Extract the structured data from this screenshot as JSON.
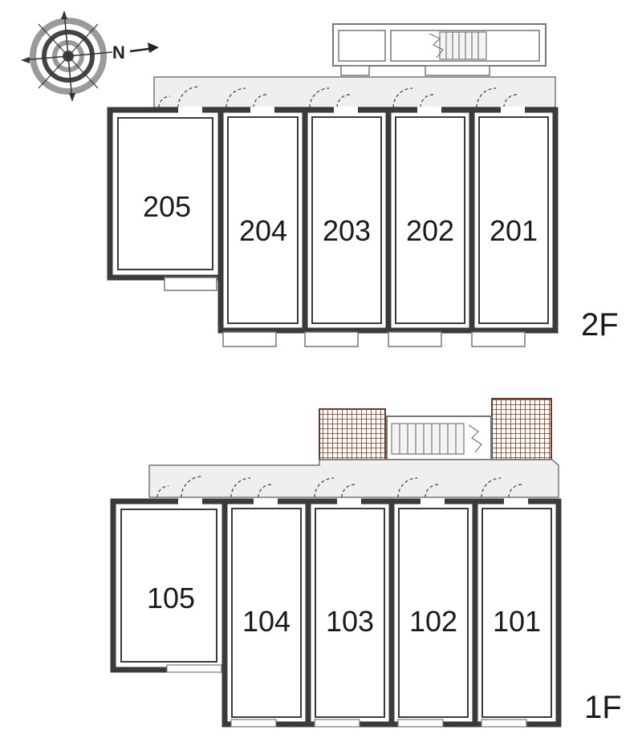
{
  "compass": {
    "north_label": "N",
    "icon": "compass-rose-icon"
  },
  "floors": [
    {
      "label": "2F",
      "rooms": [
        "205",
        "204",
        "203",
        "202",
        "201"
      ]
    },
    {
      "label": "1F",
      "rooms": [
        "105",
        "104",
        "103",
        "102",
        "101"
      ]
    }
  ],
  "colors": {
    "wall": "#3a3a3a",
    "corridor": "#efefef",
    "line": "#777777",
    "planter": "#6b3a2a"
  }
}
